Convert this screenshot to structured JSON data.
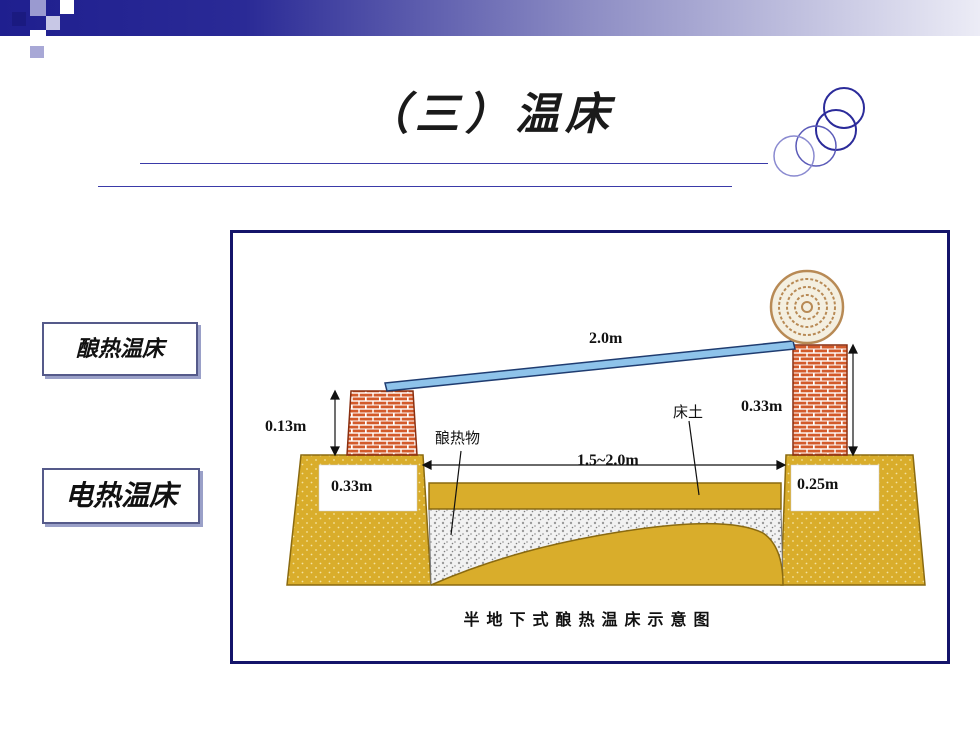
{
  "title": "（三）温床",
  "sidebar": {
    "items": [
      {
        "label": "酿热温床"
      },
      {
        "label": "电热温床"
      }
    ]
  },
  "diagram": {
    "caption": "半地下式酿热温床示意图",
    "labels": {
      "glass_length": "2.0m",
      "left_wall_height": "0.13m",
      "right_wall_height": "0.33m",
      "left_depth": "0.33m",
      "right_depth": "0.25m",
      "bed_width": "1.5~2.0m",
      "fermenting_material": "酿热物",
      "bed_soil": "床土"
    }
  },
  "colors": {
    "accent": "#1f1f8f",
    "soil": "#d9ad2b",
    "brick": "#d35a2a",
    "glass": "#8ec3ea"
  }
}
